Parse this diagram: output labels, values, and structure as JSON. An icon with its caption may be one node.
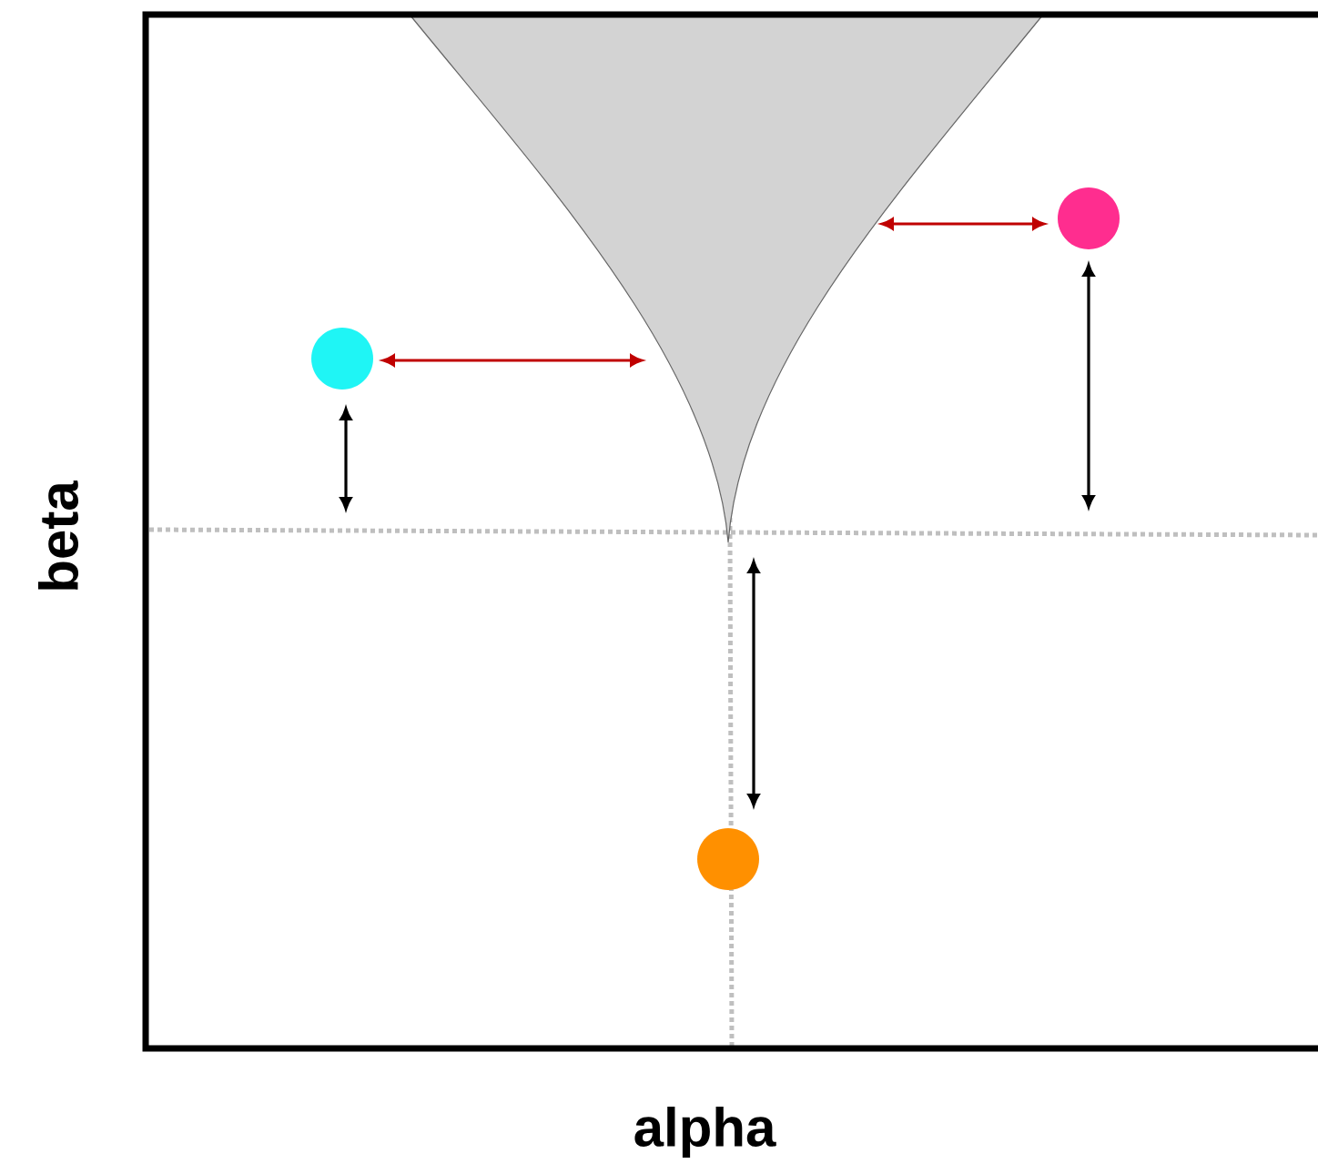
{
  "diagram": {
    "nodes": [
      {
        "text": [],
        "shape": "region"
      },
      {
        "text": [],
        "shape": "circle"
      },
      {
        "text": [],
        "shape": "circle"
      },
      {
        "text": [],
        "shape": "circle"
      }
    ],
    "edges": [
      {
        "from": 2,
        "to": 0,
        "arrow": "both",
        "color": "#c00000"
      },
      {
        "from": 0,
        "to": 1,
        "arrow": "both",
        "color": "#c00000"
      },
      {
        "from": 2,
        "to": null,
        "arrow": "both"
      },
      {
        "from": 1,
        "to": null,
        "arrow": "both"
      },
      {
        "from": 3,
        "to": 0,
        "arrow": "both"
      }
    ],
    "labels": [
      "alpha",
      "beta"
    ]
  }
}
